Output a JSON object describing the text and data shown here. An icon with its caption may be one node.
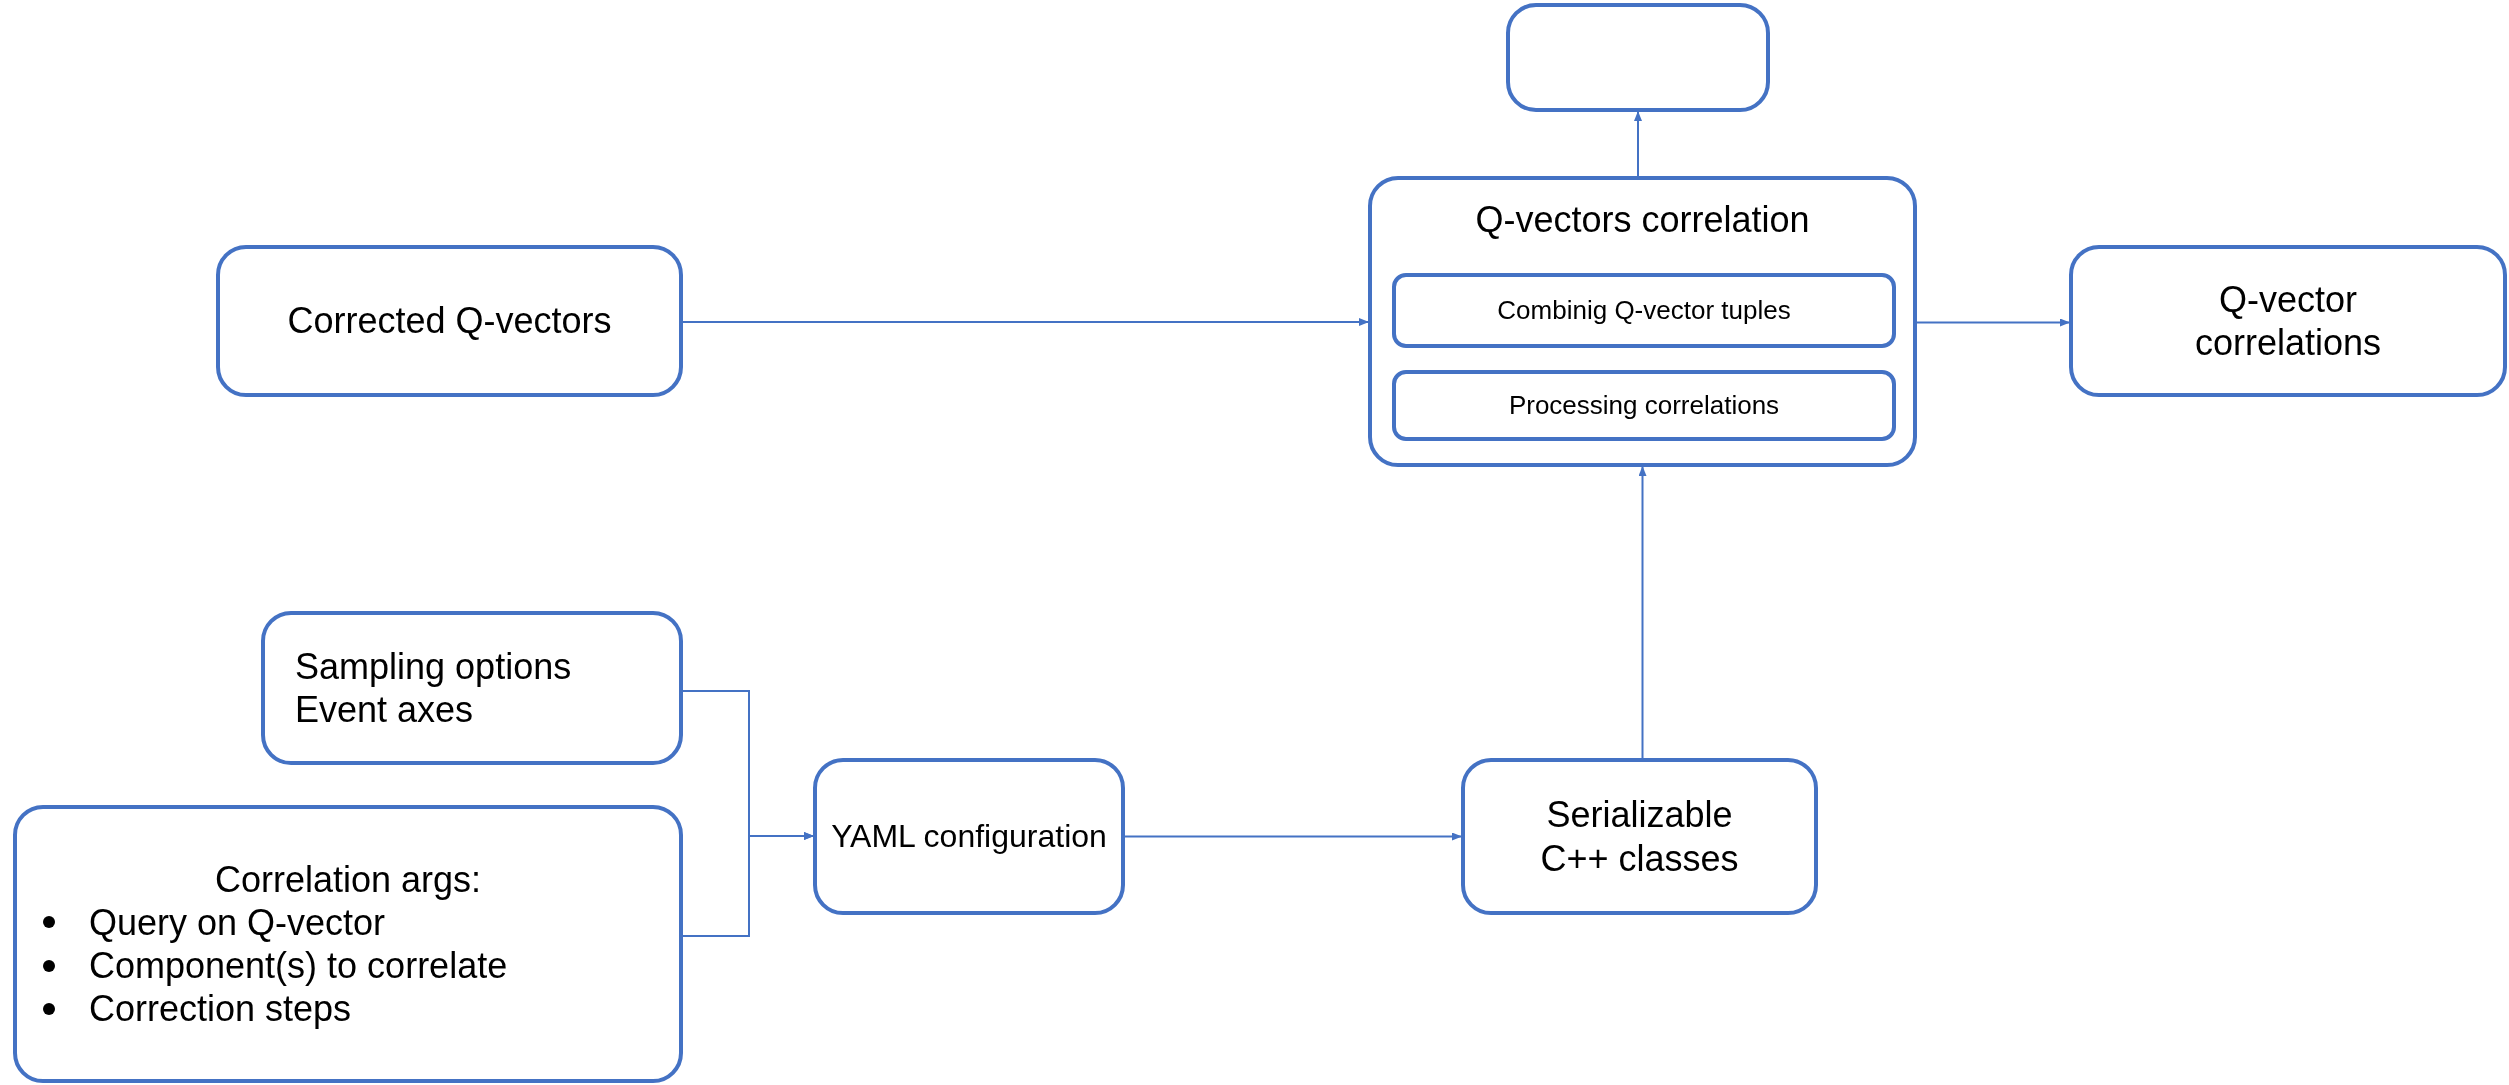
{
  "diagram": {
    "nodes": [
      {
        "text": [],
        "shape": "box"
      },
      {
        "text": [
          "Q-vectors correlation"
        ]
      },
      {
        "text": [
          "Combinig Q-vector tuples"
        ],
        "in": 1
      },
      {
        "text": [
          "Processing correlations"
        ],
        "in": 1
      },
      {
        "text": [
          "Corrected Q-vectors"
        ]
      },
      {
        "text": [
          "Q-vector correlations"
        ]
      },
      {
        "text": [
          "Sampling options",
          "Event axes"
        ]
      },
      {
        "text": [
          "Correlation args:",
          "Query on Q-vector",
          "Component(s) to correlate",
          "Correction steps"
        ]
      },
      {
        "text": [
          "YAML configuration"
        ]
      },
      {
        "text": [
          "Serializable C++ classes"
        ]
      }
    ],
    "edges": [
      {
        "from": 1,
        "to": 0,
        "arrow": "to"
      },
      {
        "from": 4,
        "to": 1,
        "arrow": "to"
      },
      {
        "from": 1,
        "to": 5,
        "arrow": "to"
      },
      {
        "from": 9,
        "to": 1,
        "arrow": "to"
      },
      {
        "from": 8,
        "to": 9,
        "arrow": "to"
      },
      {
        "from": 6,
        "to": 8,
        "arrow": "to"
      },
      {
        "from": 7,
        "to": 8,
        "arrow": "to"
      }
    ]
  }
}
